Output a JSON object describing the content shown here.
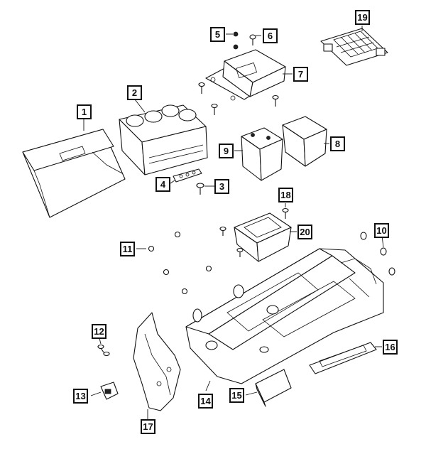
{
  "diagram": {
    "callouts": [
      {
        "id": "1",
        "label": "1"
      },
      {
        "id": "2",
        "label": "2"
      },
      {
        "id": "3",
        "label": "3"
      },
      {
        "id": "4",
        "label": "4"
      },
      {
        "id": "5",
        "label": "5"
      },
      {
        "id": "6",
        "label": "6"
      },
      {
        "id": "7",
        "label": "7"
      },
      {
        "id": "8",
        "label": "8"
      },
      {
        "id": "9",
        "label": "9"
      },
      {
        "id": "10",
        "label": "10"
      },
      {
        "id": "11",
        "label": "11"
      },
      {
        "id": "12",
        "label": "12"
      },
      {
        "id": "13",
        "label": "13"
      },
      {
        "id": "14",
        "label": "14"
      },
      {
        "id": "15",
        "label": "15"
      },
      {
        "id": "16",
        "label": "16"
      },
      {
        "id": "17",
        "label": "17"
      },
      {
        "id": "18",
        "label": "18"
      },
      {
        "id": "19",
        "label": "19"
      },
      {
        "id": "20",
        "label": "20"
      }
    ]
  }
}
